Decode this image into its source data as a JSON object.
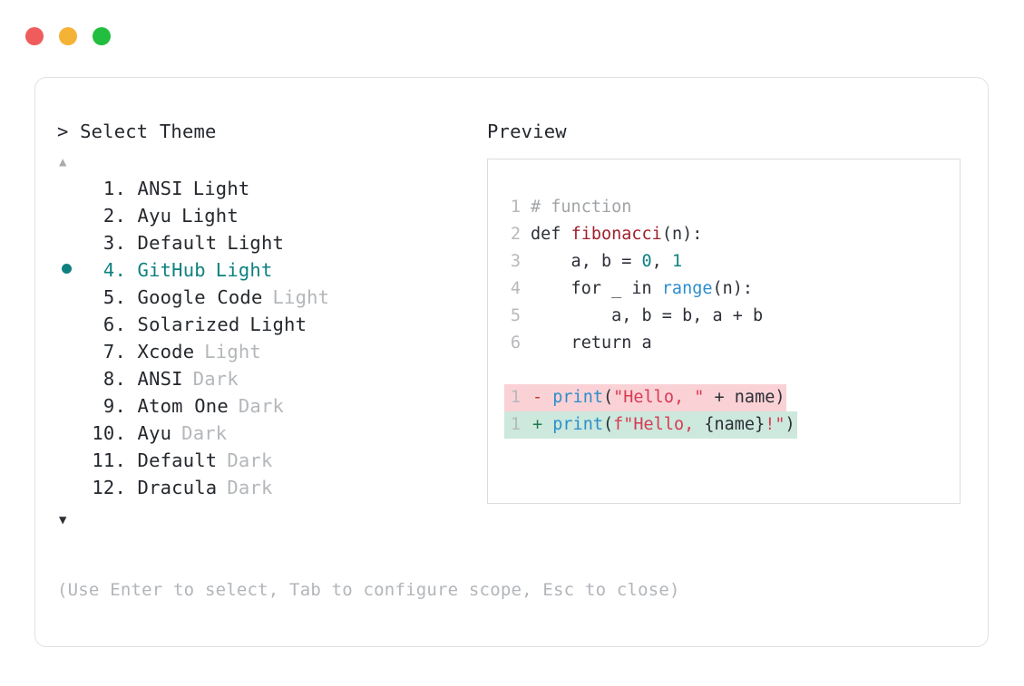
{
  "window": {
    "dots": [
      {
        "name": "close-dot",
        "color": "#f05b5b"
      },
      {
        "name": "minimize-dot",
        "color": "#f5b335"
      },
      {
        "name": "maximize-dot",
        "color": "#22be3f"
      }
    ]
  },
  "picker": {
    "prompt": "> Select Theme",
    "scroll_up": "▲",
    "scroll_down": "▼",
    "hint": "(Use Enter to select, Tab to configure scope, Esc to close)",
    "selected_index": 4,
    "selected_color": "#0f8080",
    "bullet": "●",
    "items": [
      {
        "number": "1.",
        "name": "ANSI",
        "tag": "Light",
        "tag_style": "inline",
        "selected": false
      },
      {
        "number": "2.",
        "name": "Ayu",
        "tag": "Light",
        "tag_style": "inline",
        "selected": false
      },
      {
        "number": "3.",
        "name": "Default",
        "tag": "Light",
        "tag_style": "inline",
        "selected": false
      },
      {
        "number": "4.",
        "name": "GitHub",
        "tag": "Light",
        "tag_style": "inline",
        "selected": true
      },
      {
        "number": "5.",
        "name": "Google Code",
        "tag": "Light",
        "tag_style": "muted",
        "selected": false
      },
      {
        "number": "6.",
        "name": "Solarized",
        "tag": "Light",
        "tag_style": "inline",
        "selected": false
      },
      {
        "number": "7.",
        "name": "Xcode",
        "tag": "Light",
        "tag_style": "muted",
        "selected": false
      },
      {
        "number": "8.",
        "name": "ANSI",
        "tag": "Dark",
        "tag_style": "muted",
        "selected": false
      },
      {
        "number": "9.",
        "name": "Atom One",
        "tag": "Dark",
        "tag_style": "muted",
        "selected": false
      },
      {
        "number": "10.",
        "name": "Ayu",
        "tag": "Dark",
        "tag_style": "muted",
        "selected": false
      },
      {
        "number": "11.",
        "name": "Default",
        "tag": "Dark",
        "tag_style": "muted",
        "selected": false
      },
      {
        "number": "12.",
        "name": "Dracula",
        "tag": "Dark",
        "tag_style": "muted",
        "selected": false
      }
    ]
  },
  "preview": {
    "label": "Preview",
    "code_lines": [
      {
        "ln": "1",
        "tokens": [
          {
            "t": "# function",
            "c": "comment"
          }
        ]
      },
      {
        "ln": "2",
        "tokens": [
          {
            "t": "def ",
            "c": "kw"
          },
          {
            "t": "fibonacci",
            "c": "fn"
          },
          {
            "t": "(n):",
            "c": "plain"
          }
        ]
      },
      {
        "ln": "3",
        "tokens": [
          {
            "t": "    a, b = ",
            "c": "plain"
          },
          {
            "t": "0",
            "c": "num"
          },
          {
            "t": ", ",
            "c": "plain"
          },
          {
            "t": "1",
            "c": "num"
          }
        ]
      },
      {
        "ln": "4",
        "tokens": [
          {
            "t": "    for _ in ",
            "c": "plain"
          },
          {
            "t": "range",
            "c": "builtin"
          },
          {
            "t": "(n):",
            "c": "plain"
          }
        ]
      },
      {
        "ln": "5",
        "tokens": [
          {
            "t": "        a, b = b, a + b",
            "c": "plain"
          }
        ]
      },
      {
        "ln": "6",
        "tokens": [
          {
            "t": "    return a",
            "c": "plain"
          }
        ]
      }
    ],
    "diff_lines": [
      {
        "ln": "1",
        "kind": "del",
        "bg": "#fad2d5",
        "tokens": [
          {
            "t": "- ",
            "c": "del-sign"
          },
          {
            "t": "print",
            "c": "builtin"
          },
          {
            "t": "(",
            "c": "plain"
          },
          {
            "t": "\"Hello, \"",
            "c": "str"
          },
          {
            "t": " + name)",
            "c": "plain"
          }
        ]
      },
      {
        "ln": "1",
        "kind": "add",
        "bg": "#cde8dc",
        "tokens": [
          {
            "t": "+ ",
            "c": "add-sign"
          },
          {
            "t": "print",
            "c": "builtin"
          },
          {
            "t": "(",
            "c": "plain"
          },
          {
            "t": "f\"Hello, ",
            "c": "str"
          },
          {
            "t": "{name}",
            "c": "plain"
          },
          {
            "t": "!\"",
            "c": "str"
          },
          {
            "t": ")",
            "c": "plain"
          }
        ]
      }
    ]
  }
}
